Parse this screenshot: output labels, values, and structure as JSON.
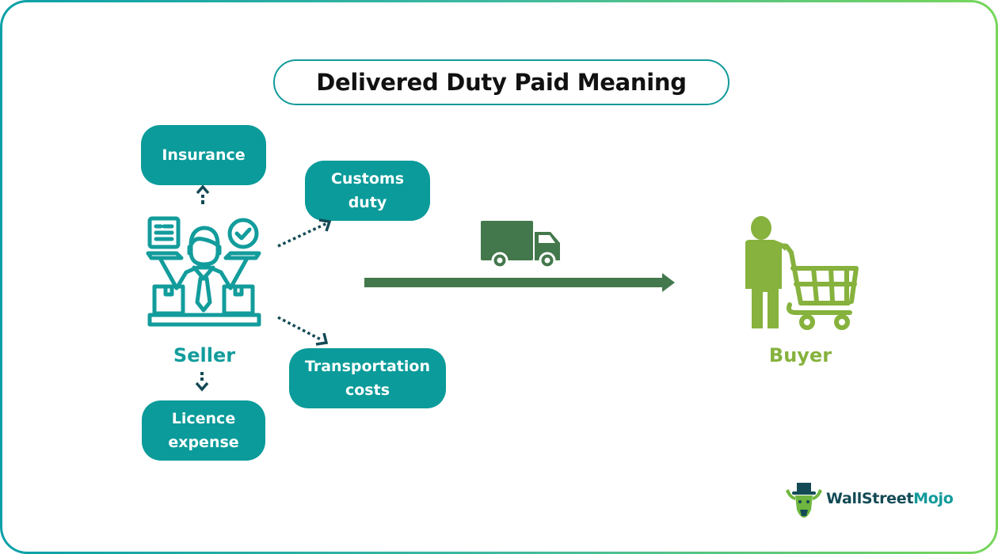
{
  "title": "Delivered Duty Paid Meaning",
  "seller": {
    "label": "Seller",
    "icon": "seller-person-with-boxes-icon",
    "color": "#139c9c"
  },
  "buyer": {
    "label": "Buyer",
    "icon": "shopper-with-cart-icon",
    "color": "#86b23d"
  },
  "seller_costs": [
    {
      "id": "insurance",
      "lines": [
        "Insurance"
      ],
      "direction": "up"
    },
    {
      "id": "licence-expense",
      "lines": [
        "Licence",
        "expense"
      ],
      "direction": "down"
    },
    {
      "id": "customs-duty",
      "lines": [
        "Customs",
        "duty"
      ],
      "direction": "up-right"
    },
    {
      "id": "transportation-costs",
      "lines": [
        "Transportation",
        "costs"
      ],
      "direction": "down-right"
    }
  ],
  "flow": {
    "from": "Seller",
    "to": "Buyer",
    "vehicle_icon": "delivery-truck-icon",
    "color": "#43784c"
  },
  "colors": {
    "pill_bg": "#0a9b9a",
    "arrow_dotted": "#134a55",
    "border_start": "#0aa0a8",
    "border_end": "#77d65a"
  },
  "brand": {
    "name_part1": "WallStreet",
    "name_part2": "Mojo",
    "icon": "wallstreetmojo-bull-logo-icon"
  }
}
